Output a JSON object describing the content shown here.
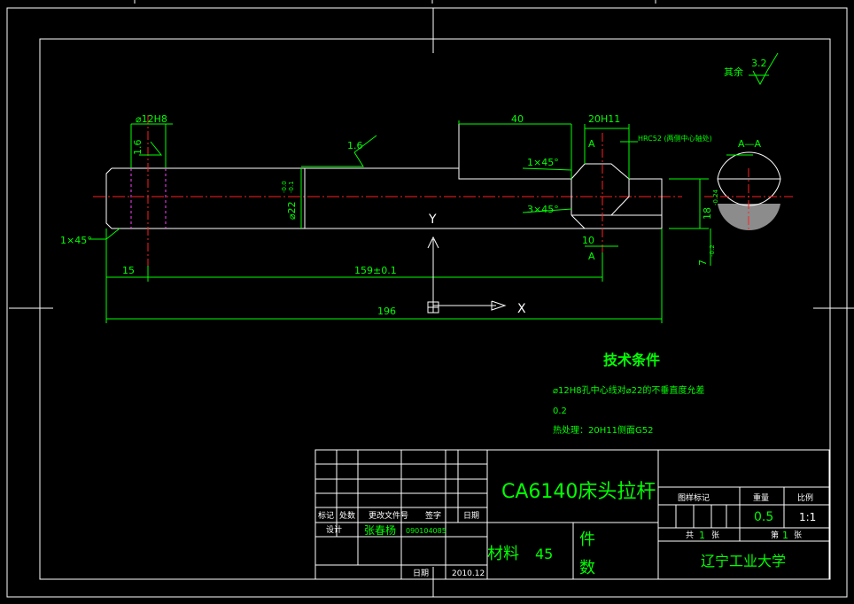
{
  "drawing": {
    "surface_roughness_note": {
      "label": "其余",
      "value": "3.2"
    },
    "dimensions": {
      "hole_dia": "⌀12H8",
      "roughness_hole": "1.6",
      "length_40": "40",
      "slot_width": "20H11",
      "section_mark": "A",
      "hardness_note": "HRC52 (两侧中心轴处)",
      "section_label": "A—A",
      "roughness_shaft": "1.6",
      "shaft_dia": "⌀22",
      "shaft_tol_upper": "-0.0",
      "shaft_tol_lower": "-0.1",
      "chamfer_1": "1×45°",
      "chamfer_2": "3×45°",
      "chamfer_left": "1×45°",
      "length_10": "10",
      "height_18": "18",
      "height_18_tol": "-0.24",
      "depth_7": "7",
      "depth_7_tol": "-0.2",
      "length_15": "15",
      "length_159": "159±0.1",
      "length_196": "196"
    },
    "ucs": {
      "y": "Y",
      "x": "X"
    }
  },
  "tech_notes": {
    "title": "技术条件",
    "lines": [
      "⌀12H8孔中心线对⌀22的不垂直度允差",
      "0.2",
      "热处理：20H11侧面G52"
    ]
  },
  "title_block": {
    "part_name": "CA6140床头拉杆",
    "rev_headers": [
      "标记",
      "处数",
      "更改文件号",
      "签字",
      "日期"
    ],
    "designer_label": "设计",
    "designer_name": "张春杨",
    "student_id": "090104085",
    "date_label": "日期",
    "date_value": "2010.12",
    "material_label": "材料",
    "material_value": "45",
    "count_label_1": "件",
    "count_label_2": "数",
    "mark_header": "图样标记",
    "weight_header": "重量",
    "scale_header": "比例",
    "weight_value": "0.5",
    "scale_value": "1:1",
    "sheets_total_label": "共",
    "sheets_total": "1",
    "sheets_unit": "张",
    "sheet_no_label": "第",
    "sheet_no": "1",
    "sheet_unit2": "张",
    "company": "辽宁工业大学"
  }
}
